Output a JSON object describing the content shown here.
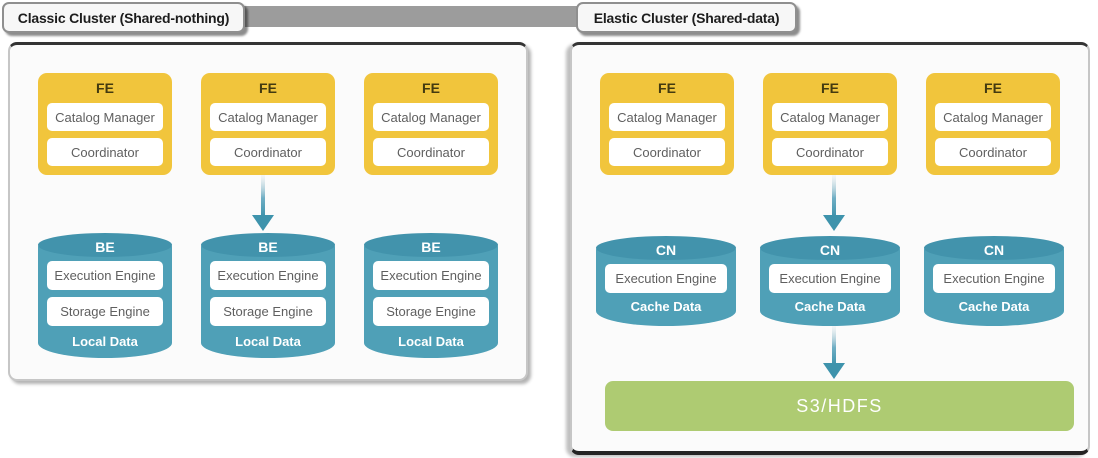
{
  "colors": {
    "fe_yellow": "#F1C53C",
    "node_teal": "#4FA0B7",
    "node_teal_dark": "#4293AC",
    "storage_green": "#AECB72",
    "arrow_teal": "#3E93AC",
    "connector_gray": "#9C9C9C"
  },
  "left": {
    "tab": "Classic Cluster (Shared-nothing)",
    "fe": [
      {
        "title": "FE",
        "items": [
          "Catalog Manager",
          "Coordinator"
        ]
      },
      {
        "title": "FE",
        "items": [
          "Catalog Manager",
          "Coordinator"
        ]
      },
      {
        "title": "FE",
        "items": [
          "Catalog Manager",
          "Coordinator"
        ]
      }
    ],
    "nodes": [
      {
        "title": "BE",
        "items": [
          "Execution Engine",
          "Storage Engine"
        ],
        "data": "Local Data"
      },
      {
        "title": "BE",
        "items": [
          "Execution Engine",
          "Storage Engine"
        ],
        "data": "Local Data"
      },
      {
        "title": "BE",
        "items": [
          "Execution Engine",
          "Storage Engine"
        ],
        "data": "Local Data"
      }
    ]
  },
  "right": {
    "tab": "Elastic Cluster (Shared-data)",
    "fe": [
      {
        "title": "FE",
        "items": [
          "Catalog Manager",
          "Coordinator"
        ]
      },
      {
        "title": "FE",
        "items": [
          "Catalog Manager",
          "Coordinator"
        ]
      },
      {
        "title": "FE",
        "items": [
          "Catalog Manager",
          "Coordinator"
        ]
      }
    ],
    "nodes": [
      {
        "title": "CN",
        "items": [
          "Execution Engine"
        ],
        "data": "Cache Data"
      },
      {
        "title": "CN",
        "items": [
          "Execution Engine"
        ],
        "data": "Cache Data"
      },
      {
        "title": "CN",
        "items": [
          "Execution Engine"
        ],
        "data": "Cache Data"
      }
    ],
    "storage": "S3/HDFS"
  }
}
